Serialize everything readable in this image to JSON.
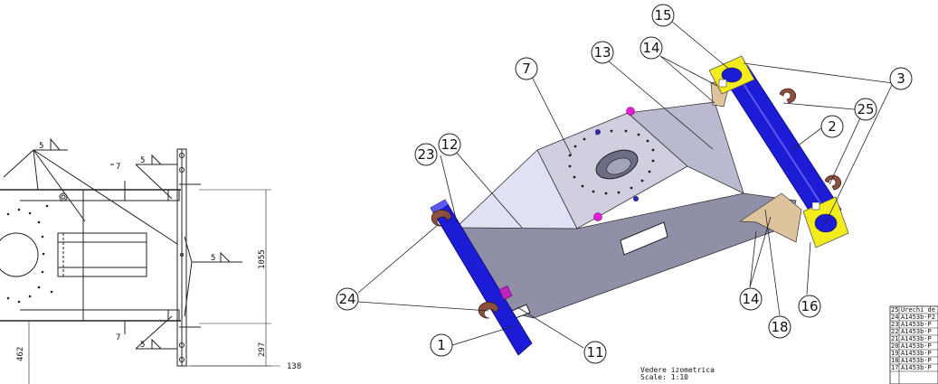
{
  "drawing": {
    "left_view": {
      "weld_symbols": [
        "5",
        "5",
        "5",
        "5"
      ],
      "thickness_marks": [
        "7",
        "7"
      ],
      "dimensions": [
        "1055",
        "462",
        "297",
        "138"
      ]
    },
    "iso_view": {
      "balloons": [
        "15",
        "14",
        "13",
        "7",
        "3",
        "25",
        "2",
        "23",
        "12",
        "24",
        "1",
        "11",
        "14",
        "18",
        "16"
      ],
      "caption_line1": "Vedere izometrica",
      "caption_line2": "Scale:  1:10"
    },
    "bom": {
      "rows": [
        {
          "num": "25",
          "text": "Urechi de"
        },
        {
          "num": "24",
          "text": "A1453b-P2"
        },
        {
          "num": "23",
          "text": "A1453b-P"
        },
        {
          "num": "22",
          "text": "A1453b-P"
        },
        {
          "num": "21",
          "text": "A1453b-P"
        },
        {
          "num": "20",
          "text": "A1453b-P"
        },
        {
          "num": "19",
          "text": "A1453b-P"
        },
        {
          "num": "18",
          "text": "A1453b-P"
        },
        {
          "num": "17",
          "text": "A1453b-P"
        }
      ]
    },
    "colors": {
      "body_top": "#cfcfe0",
      "body_left": "#e1e1f6",
      "body_side": "#8f8fa8",
      "beam": "#1c1cd6",
      "flange": "#f2ec1c",
      "gusset": "#ddc49c",
      "eye": "#8a5040",
      "magenta": "#e020d8"
    }
  }
}
